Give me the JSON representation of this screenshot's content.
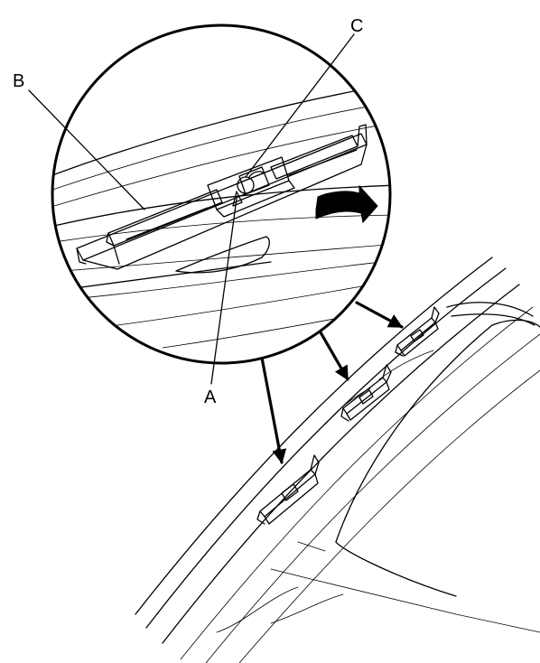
{
  "labels": {
    "a": "A",
    "b": "B",
    "c": "C"
  },
  "colors": {
    "line": "#000000",
    "background": "#ffffff"
  },
  "icons": {
    "direction": "curved-arrow-icon"
  }
}
